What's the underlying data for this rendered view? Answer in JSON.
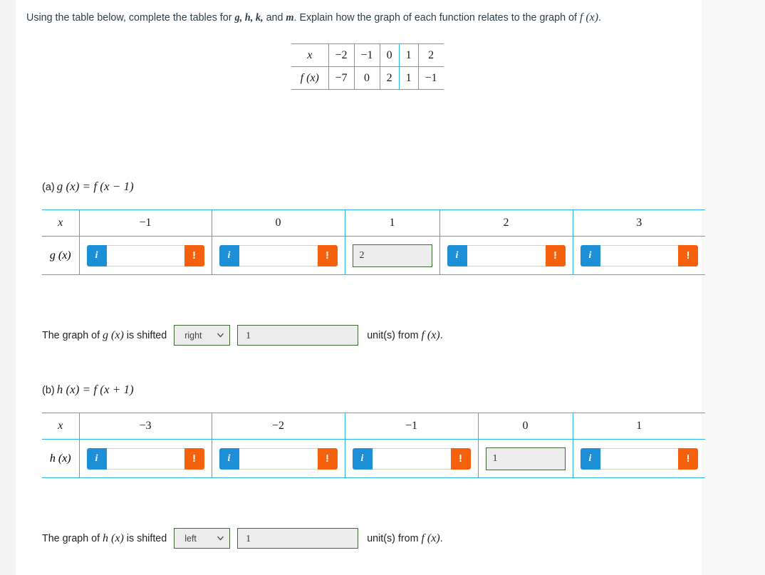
{
  "prompt": {
    "part1": "Using the table below, complete the tables for ",
    "vars": "g, h, k,",
    "part2": " and ",
    "var_m": "m",
    "part3": ". Explain how the graph of each function relates to the graph of ",
    "fx": "f (x)",
    "period": "."
  },
  "f_table": {
    "row_labels": [
      "x",
      "f (x)"
    ],
    "x_values": [
      "−2",
      "−1",
      "0",
      "1",
      "2"
    ],
    "f_values": [
      "−7",
      "0",
      "2",
      "1",
      "−1"
    ]
  },
  "sections": [
    {
      "tag": "(a)",
      "equation": "g (x)  =  f (x − 1)",
      "row_label_x": "x",
      "row_label_fn": "g (x)",
      "x_values": [
        "−1",
        "0",
        "1",
        "2",
        "3"
      ],
      "cells": [
        {
          "type": "input",
          "value": ""
        },
        {
          "type": "input",
          "value": ""
        },
        {
          "type": "filled",
          "value": "2"
        },
        {
          "type": "input",
          "value": ""
        },
        {
          "type": "input",
          "value": ""
        }
      ],
      "shift": {
        "text_before": "The graph of ",
        "fn": "g (x)",
        "text_mid": " is shifted",
        "direction": "right",
        "direction_options": [
          "right",
          "left"
        ],
        "units": "1",
        "text_after_1": "unit(s) from ",
        "fn_after": "f (x)",
        "text_after_2": "."
      }
    },
    {
      "tag": "(b)",
      "equation": "h (x)  =  f (x + 1)",
      "row_label_x": "x",
      "row_label_fn": "h (x)",
      "x_values": [
        "−3",
        "−2",
        "−1",
        "0",
        "1"
      ],
      "cells": [
        {
          "type": "input",
          "value": ""
        },
        {
          "type": "input",
          "value": ""
        },
        {
          "type": "input",
          "value": ""
        },
        {
          "type": "filled",
          "value": "1"
        },
        {
          "type": "input",
          "value": ""
        }
      ],
      "shift": {
        "text_before": "The graph of ",
        "fn": "h (x)",
        "text_mid": " is shifted",
        "direction": "left",
        "direction_options": [
          "right",
          "left"
        ],
        "units": "1",
        "text_after_1": "unit(s) from ",
        "fn_after": "f (x)",
        "text_after_2": "."
      }
    }
  ],
  "icons": {
    "info": "i",
    "alert": "!",
    "chevron_down": "⌄"
  },
  "colors": {
    "table_border": "#29b3e8",
    "info_button": "#1c8fd6",
    "alert_button": "#f4600c",
    "filled_border": "#3d6b33",
    "filled_bg": "#ececec",
    "text": "#2c3e4a"
  }
}
